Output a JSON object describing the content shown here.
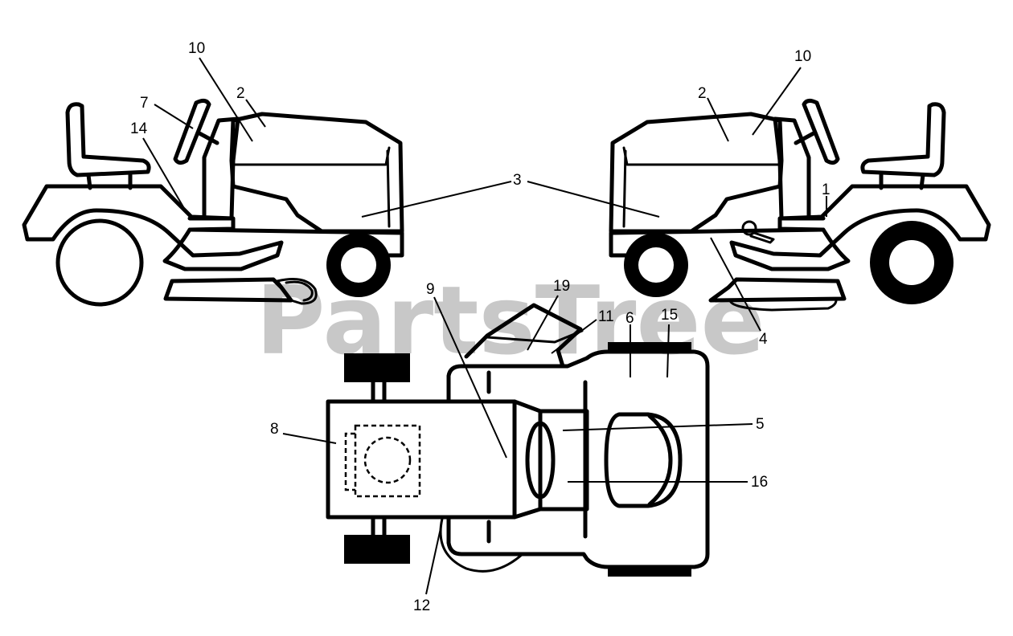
{
  "watermark": {
    "text": "PartsTree",
    "color": "#c8c8c8"
  },
  "labels": {
    "l1": "1",
    "l2a": "2",
    "l2b": "2",
    "l3": "3",
    "l4": "4",
    "l5": "5",
    "l6": "6",
    "l7": "7",
    "l8": "8",
    "l9": "9",
    "l10a": "10",
    "l10b": "10",
    "l11": "11",
    "l12": "12",
    "l14": "14",
    "l15": "15",
    "l16": "16",
    "l19": "19"
  }
}
